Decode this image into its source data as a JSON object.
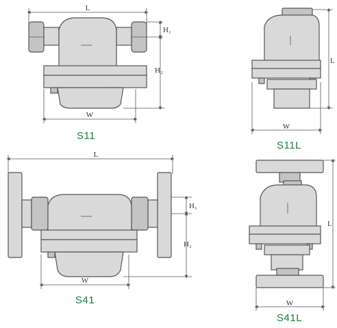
{
  "figures": {
    "s11": {
      "caption": "S11",
      "L": "L",
      "H1": "H₁",
      "H2": "H₂",
      "W": "W"
    },
    "s11l": {
      "caption": "S11L",
      "L": "L",
      "W": "W"
    },
    "s41": {
      "caption": "S41",
      "L": "L",
      "H1": "H₁",
      "H2": "H₂",
      "W": "W"
    },
    "s41l": {
      "caption": "S41L",
      "L": "L",
      "W": "W"
    }
  },
  "colors": {
    "caption": "#1f7a3a",
    "body": "#d9d9d9",
    "outline": "#555555"
  }
}
